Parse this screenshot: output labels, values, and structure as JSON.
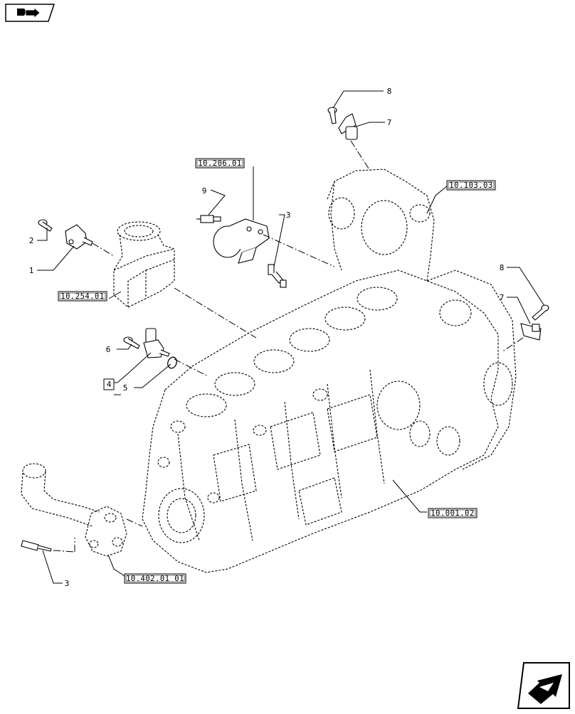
{
  "callouts": {
    "c1": "1",
    "c2": "2",
    "c3_top": "3",
    "c3_bottom": "3",
    "c4": "4",
    "c5": "5",
    "c6": "6",
    "c7_top": "7",
    "c7_right": "7",
    "c8_top": "8",
    "c8_right": "8",
    "c9": "9"
  },
  "references": {
    "ref_10_206_01": "10.206.01",
    "ref_10_103_03": "10.103.03",
    "ref_10_254_01": "10.254.01",
    "ref_10_001_02": "10.001.02",
    "ref_10_402_01_01": "10.402.01 01"
  },
  "icons": {
    "top_left": "book-arrow-icon",
    "bottom_right": "next-page-arrow-icon"
  }
}
